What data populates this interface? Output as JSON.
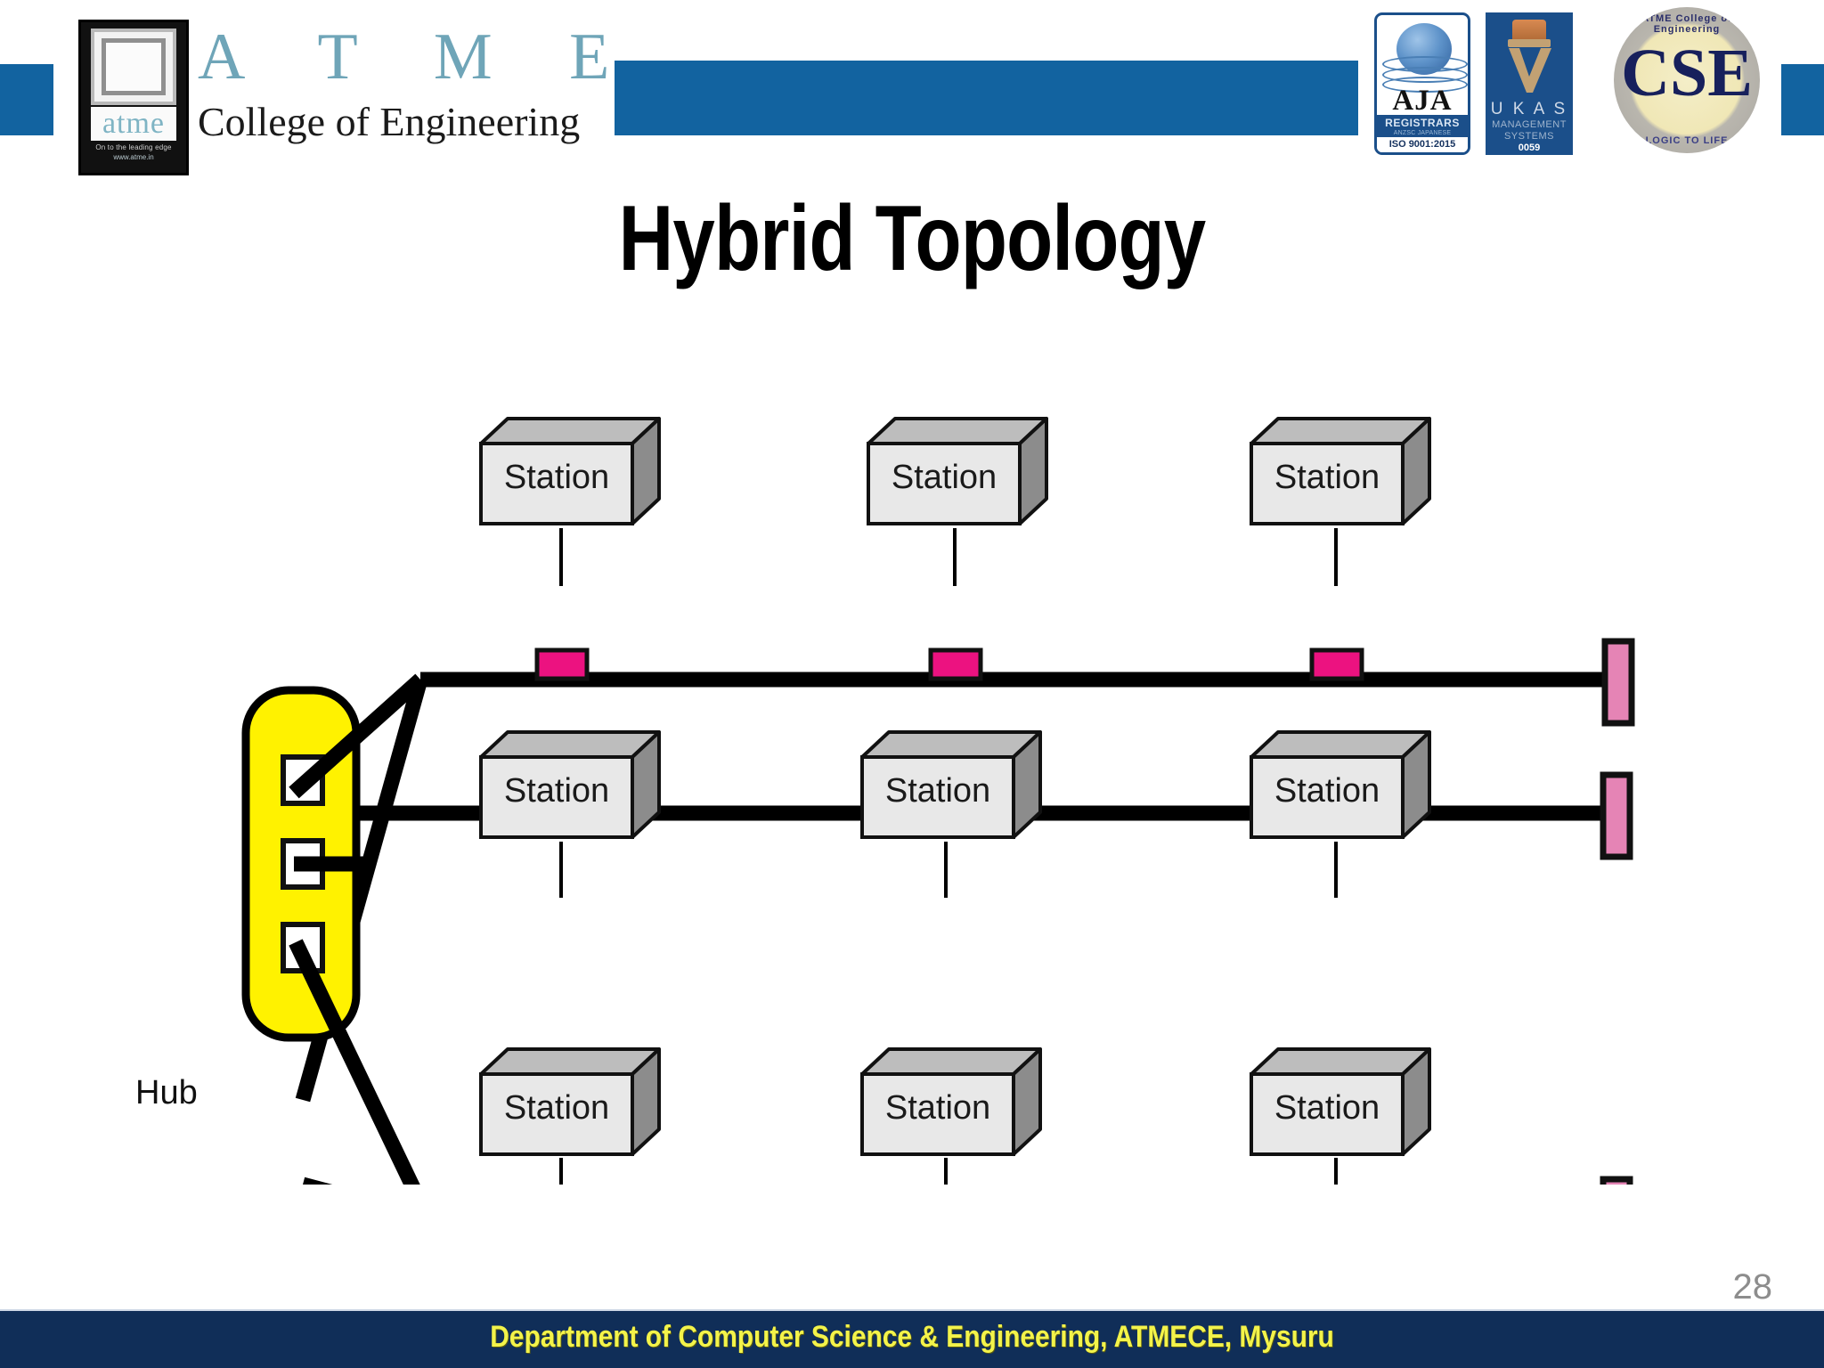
{
  "header": {
    "institution_acronym": "A T M E",
    "institution_subtitle": "College of Engineering",
    "logo_word": "atme",
    "logo_tagline": "On to the leading edge",
    "logo_url": "www.atme.in",
    "badges": {
      "aja": {
        "name": "AJA",
        "registrars": "REGISTRARS",
        "sub": "ANZSC JAPANESE AMERICAN",
        "iso": "ISO 9001:2015"
      },
      "ukas": {
        "name": "U K A S",
        "sub": "MANAGEMENT SYSTEMS",
        "number": "0059"
      },
      "cse": {
        "letters": "CSE",
        "ring_top": "ATME College of Engineering",
        "ring_bottom": "LOGIC TO LIFE"
      }
    }
  },
  "title": "Hybrid Topology",
  "diagram": {
    "hub_label": "Hub",
    "station_label": "Station",
    "rows": [
      {
        "id": "row-top",
        "stations": [
          "Station",
          "Station",
          "Station"
        ]
      },
      {
        "id": "row-middle",
        "stations": [
          "Station",
          "Station",
          "Station"
        ]
      },
      {
        "id": "row-bottom",
        "stations": [
          "Station",
          "Station",
          "Station"
        ]
      }
    ],
    "hub_ports": 3,
    "colors": {
      "hub_fill": "#FFF200",
      "tap_fill": "#EC1280",
      "terminator_fill": "#E584B5",
      "station_front": "#E8E8E8",
      "station_top": "#BDBDBD",
      "station_side": "#8C8C8C",
      "bus_line": "#000000"
    }
  },
  "footer": {
    "text": "Department of Computer Science & Engineering, ATMECE, Mysuru",
    "page_number": "28",
    "bar_color": "#102E58",
    "text_color": "#F3F34A"
  },
  "theme": {
    "header_bar_color": "#1263A0",
    "acronym_color": "#6FA5B8"
  }
}
